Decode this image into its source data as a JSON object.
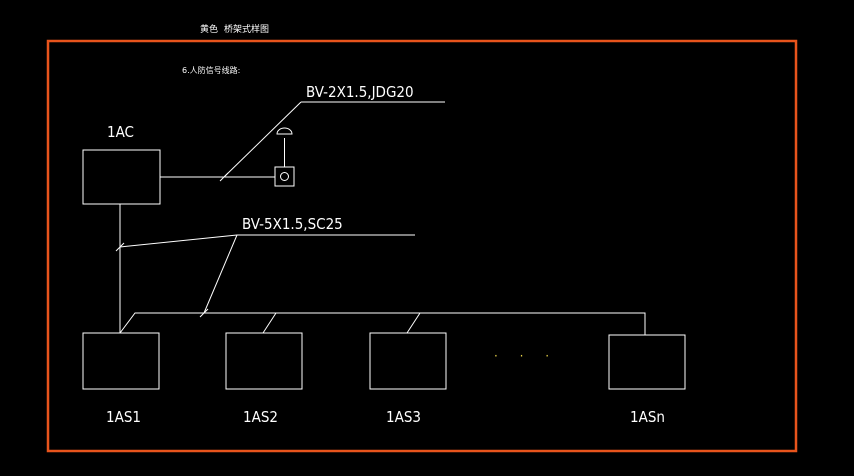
{
  "header": {
    "title_left": "黄色",
    "title_right": "桥架式样图"
  },
  "note": "6.人防信号线路:",
  "cables": {
    "upper": "BV-2X1.5,JDG20",
    "lower": "BV-5X1.5,SC25"
  },
  "devices": {
    "controller": "1AC",
    "units": [
      "1AS1",
      "1AS2",
      "1AS3",
      "1ASn"
    ],
    "ellipsis": "· · ·"
  },
  "colors": {
    "frame": "#e8541c",
    "lines": "#ffffff",
    "dots": "#e6d14a",
    "background": "#000000"
  }
}
